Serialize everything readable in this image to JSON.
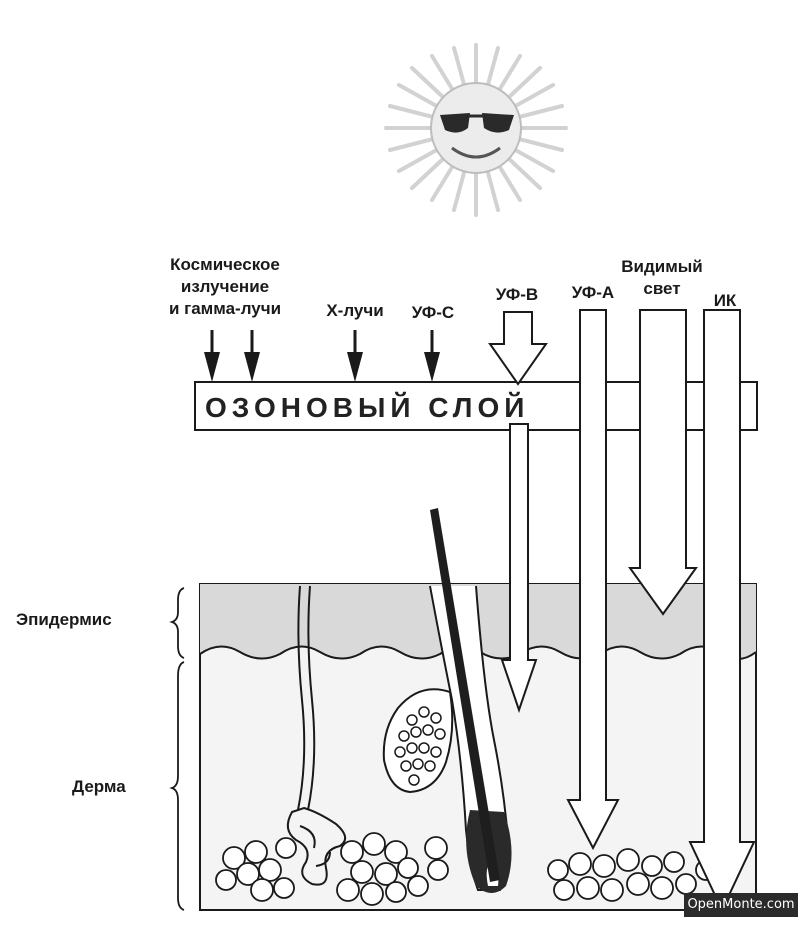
{
  "labels": {
    "cosmic": [
      "Космическое",
      "излучение",
      "и гамма-лучи"
    ],
    "xray": "Х-лучи",
    "uvc": "УФ-С",
    "uvb": "УФ-В",
    "uva": "УФ-А",
    "visible": [
      "Видимый",
      "свет"
    ],
    "ir": "ИК",
    "ozone": "ОЗОНОВЫЙ СЛОЙ",
    "epidermis": "Эпидермис",
    "dermis": "Дерма"
  },
  "watermark": "OpenMonte.com",
  "colors": {
    "ink": "#1a1a1a",
    "epidermis_fill": "#d9d9d9",
    "dermis_fill": "#f4f4f4",
    "hair": "#1e1e1e"
  }
}
